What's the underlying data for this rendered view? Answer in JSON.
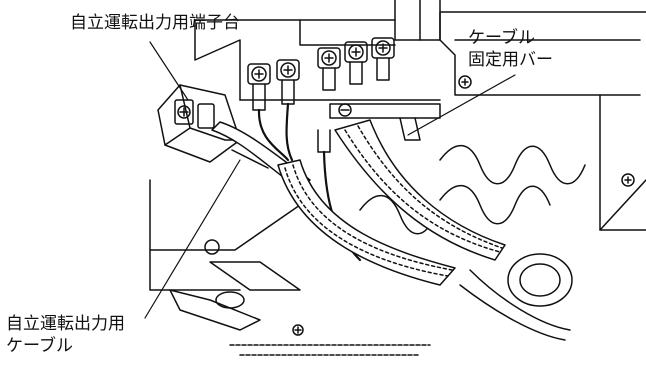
{
  "labels": {
    "terminal_block": "自立運転出力用端子台",
    "cable_fixing_bar_line1": "ケーブル",
    "cable_fixing_bar_line2": "固定用バー",
    "output_cable_line1": "自立運転出力用",
    "output_cable_line2": "ケーブル"
  }
}
